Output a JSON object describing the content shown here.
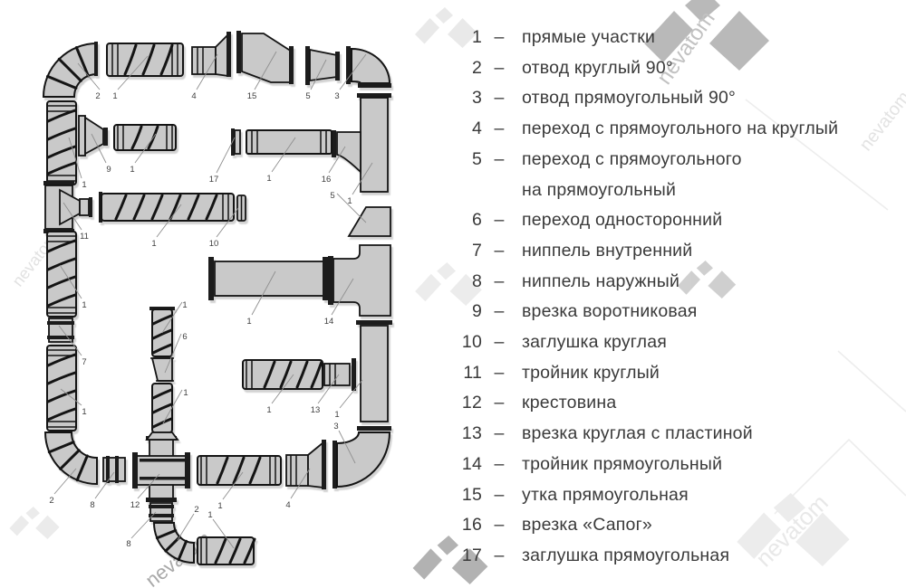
{
  "legend": {
    "dash": "–",
    "items": [
      {
        "num": "1",
        "label": "прямые участки"
      },
      {
        "num": "2",
        "label": "отвод круглый 90°"
      },
      {
        "num": "3",
        "label": "отвод прямоугольный 90°"
      },
      {
        "num": "4",
        "label": "переход с прямоугольного на круглый"
      },
      {
        "num": "5",
        "label": "переход с прямоугольного",
        "label2": "на прямоугольный"
      },
      {
        "num": "6",
        "label": "переход односторонний"
      },
      {
        "num": "7",
        "label": "ниппель внутренний"
      },
      {
        "num": "8",
        "label": "ниппель наружный"
      },
      {
        "num": "9",
        "label": "врезка воротниковая"
      },
      {
        "num": "10",
        "label": "заглушка круглая"
      },
      {
        "num": "11",
        "label": "тройник круглый"
      },
      {
        "num": "12",
        "label": "крестовина"
      },
      {
        "num": "13",
        "label": "врезка круглая с пластиной"
      },
      {
        "num": "14",
        "label": "тройник прямоугольный"
      },
      {
        "num": "15",
        "label": "утка прямоугольная"
      },
      {
        "num": "16",
        "label": "врезка «Сапог»"
      },
      {
        "num": "17",
        "label": "заглушка прямоугольная"
      }
    ]
  },
  "diagram": {
    "callouts": [
      {
        "n": "2"
      },
      {
        "n": "1"
      },
      {
        "n": "4"
      },
      {
        "n": "15"
      },
      {
        "n": "5"
      },
      {
        "n": "3"
      },
      {
        "n": "1"
      },
      {
        "n": "9"
      },
      {
        "n": "1"
      },
      {
        "n": "17"
      },
      {
        "n": "1"
      },
      {
        "n": "16"
      },
      {
        "n": "5"
      },
      {
        "n": "1"
      },
      {
        "n": "11"
      },
      {
        "n": "1"
      },
      {
        "n": "10"
      },
      {
        "n": "1"
      },
      {
        "n": "1"
      },
      {
        "n": "14"
      },
      {
        "n": "7"
      },
      {
        "n": "1"
      },
      {
        "n": "6"
      },
      {
        "n": "1"
      },
      {
        "n": "1"
      },
      {
        "n": "2"
      },
      {
        "n": "8"
      },
      {
        "n": "12"
      },
      {
        "n": "1"
      },
      {
        "n": "8"
      },
      {
        "n": "2"
      },
      {
        "n": "1"
      },
      {
        "n": "4"
      },
      {
        "n": "3"
      },
      {
        "n": "1"
      },
      {
        "n": "13"
      },
      {
        "n": "1"
      }
    ]
  },
  "watermark": {
    "text": "nevatom"
  },
  "colors": {
    "duct_fill": "#c9c9c9",
    "outline": "#141414",
    "callout_text": "#3f3f3f",
    "legend_text": "#3a3a3a"
  }
}
